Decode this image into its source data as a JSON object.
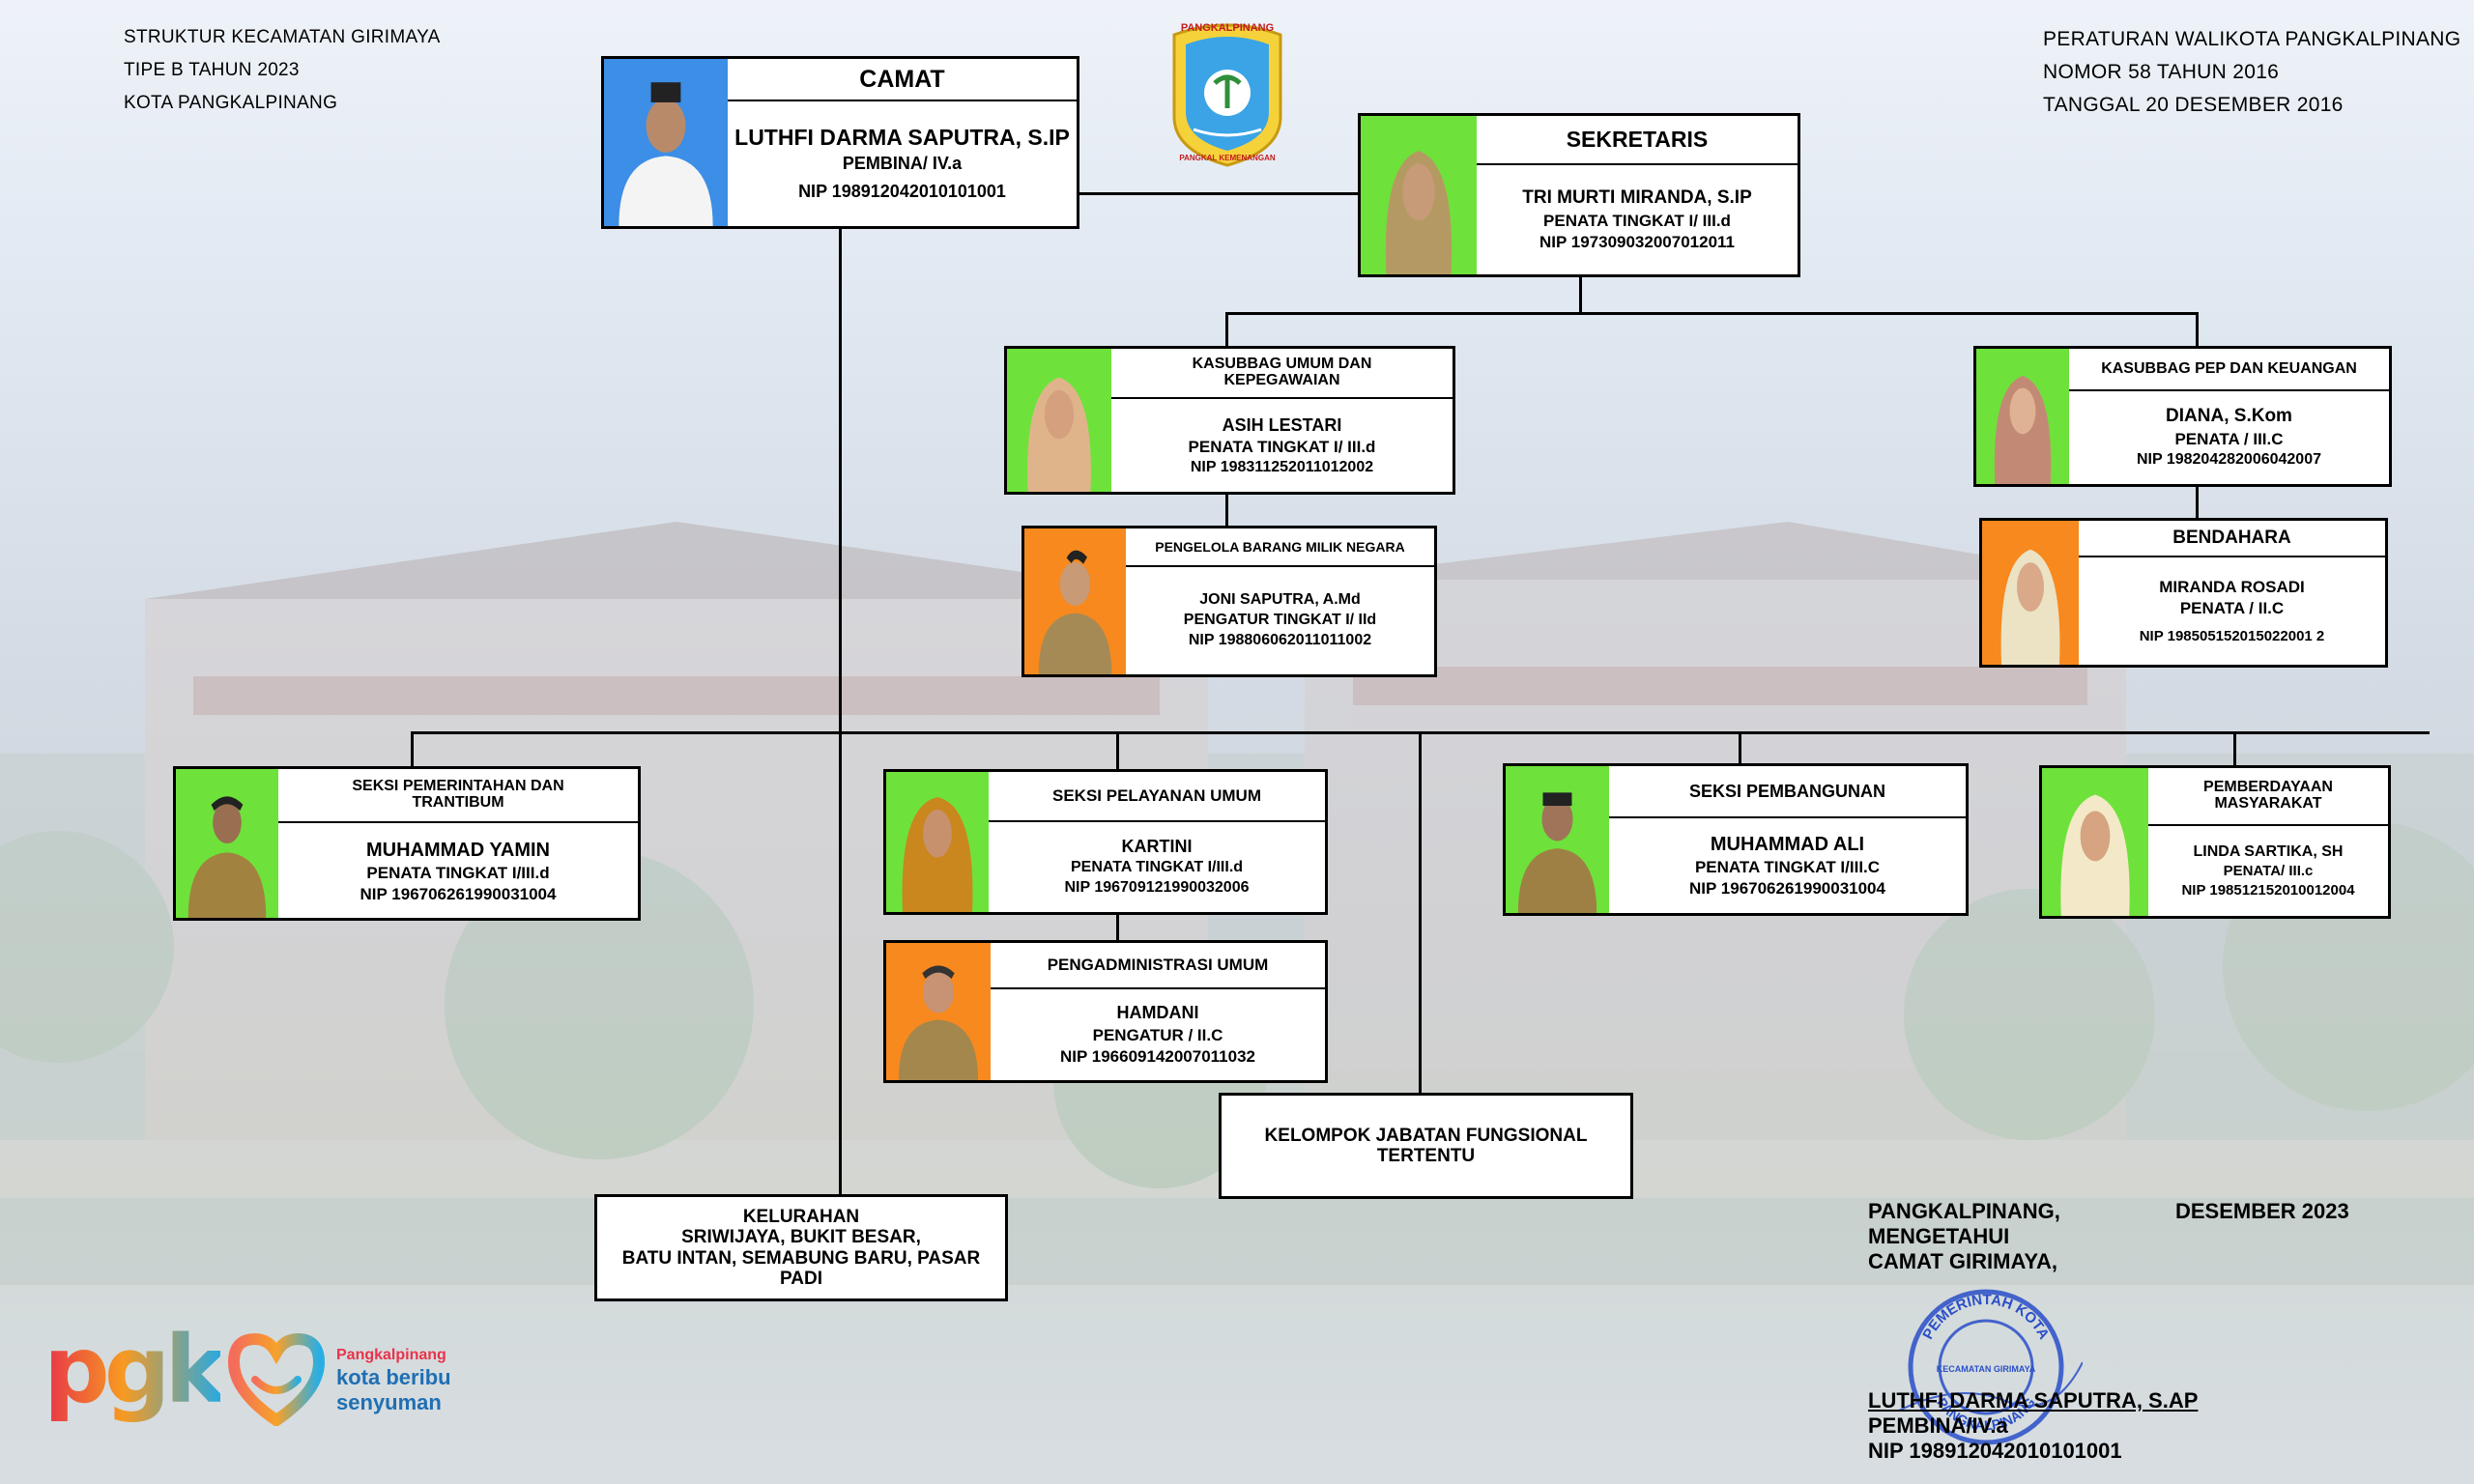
{
  "header_left": [
    "STRUKTUR KECAMATAN GIRIMAYA",
    "TIPE B TAHUN 2023",
    "KOTA PANGKALPINANG"
  ],
  "header_right": [
    "PERATURAN WALIKOTA PANGKALPINANG",
    "NOMOR 58 TAHUN 2016",
    "TANGGAL 20 DESEMBER 2016"
  ],
  "emblem": {
    "top_text": "PANGKALPINANG",
    "bottom_text": "PANGKAL KEMENANGAN"
  },
  "camat": {
    "title": "CAMAT",
    "name": "LUTHFI DARMA SAPUTRA, S.IP",
    "rank": "PEMBINA/ IV.a",
    "nip": "NIP 198912042010101001"
  },
  "sekretaris": {
    "title": "SEKRETARIS",
    "name": "TRI MURTI MIRANDA, S.IP",
    "rank": "PENATA TINGKAT I/ III.d",
    "nip": "NIP 197309032007012011"
  },
  "kasubbag_umum": {
    "title": "KASUBBAG UMUM DAN KEPEGAWAIAN",
    "name": "ASIH LESTARI",
    "rank": "PENATA TINGKAT I/ III.d",
    "nip": "NIP 198311252011012002"
  },
  "pengelola": {
    "title": "PENGELOLA BARANG MILIK NEGARA",
    "name": "JONI SAPUTRA, A.Md",
    "rank": "PENGATUR TINGKAT I/ IId",
    "nip": "NIP 198806062011011002"
  },
  "kasubbag_pep": {
    "title": "KASUBBAG PEP DAN KEUANGAN",
    "name": "DIANA, S.Kom",
    "rank": "PENATA / III.C",
    "nip": "NIP 198204282006042007"
  },
  "bendahara": {
    "title": "BENDAHARA",
    "name": "MIRANDA ROSADI",
    "rank": "PENATA / II.C",
    "nip": "NIP 198505152015022001 2"
  },
  "seksi_pemerintahan": {
    "title": "SEKSI PEMERINTAHAN DAN TRANTIBUM",
    "name": "MUHAMMAD YAMIN",
    "rank": "PENATA TINGKAT I/III.d",
    "nip": "NIP 196706261990031004"
  },
  "seksi_pelayanan": {
    "title": "SEKSI PELAYANAN UMUM",
    "name": "KARTINI",
    "rank": "PENATA TINGKAT I/III.d",
    "nip": "NIP 196709121990032006"
  },
  "pengadministrasi": {
    "title": "PENGADMINISTRASI UMUM",
    "name": "HAMDANI",
    "rank": "PENGATUR / II.C",
    "nip": "NIP 196609142007011032"
  },
  "seksi_pembangunan": {
    "title": "SEKSI PEMBANGUNAN",
    "name": "MUHAMMAD ALI",
    "rank": "PENATA TINGKAT I/III.C",
    "nip": "NIP 196706261990031004"
  },
  "pemberdayaan": {
    "title": "PEMBERDAYAAN MASYARAKAT",
    "name": "LINDA SARTIKA, SH",
    "rank": "PENATA/ III.c",
    "nip": "NIP 198512152010012004"
  },
  "jabatan_fungsional": [
    "KELOMPOK JABATAN FUNGSIONAL",
    "TERTENTU"
  ],
  "kelurahan": [
    "KELURAHAN",
    "SRIWIJAYA, BUKIT BESAR,",
    "BATU INTAN, SEMABUNG BARU, PASAR",
    "PADI"
  ],
  "signature": {
    "place": "PANGKALPINANG,",
    "date": "DESEMBER 2023",
    "line2": "MENGETAHUI",
    "line3": "CAMAT GIRIMAYA,",
    "name": "LUTHFI DARMA SAPUTRA, S.AP",
    "rank": "PEMBINA/IV.a",
    "nip": "NIP 198912042010101001"
  },
  "stamp": {
    "outer": "PEMERINTAH KOTA",
    "inner": "KECAMATAN GIRIMAYA",
    "bottom": "PANGKALPINANG"
  },
  "logo": {
    "pgk": "pgk",
    "tag1": "Pangkalpinang",
    "tag2": "kota beribu",
    "tag3": "senyuman"
  },
  "colors": {
    "photo_green": "#6ee23a",
    "photo_orange": "#f7891e",
    "photo_blue": "#3c8ee6",
    "stamp_blue": "#2a4fc9"
  }
}
